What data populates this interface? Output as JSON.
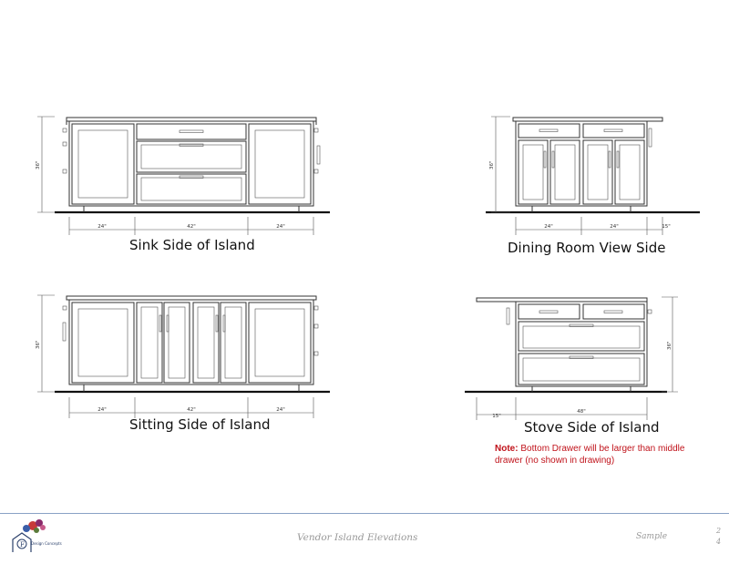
{
  "drawings": {
    "sink": {
      "title": "Sink Side of Island",
      "height_label": "36\"",
      "widths": [
        "24\"",
        "42\"",
        "24\""
      ]
    },
    "dining": {
      "title": "Dining Room View Side",
      "height_label": "36\"",
      "widths": [
        "24\"",
        "24\"",
        "15\""
      ]
    },
    "sitting": {
      "title": "Sitting Side of Island",
      "height_label": "36\"",
      "widths": [
        "24\"",
        "42\"",
        "24\""
      ]
    },
    "stove": {
      "title": "Stove Side of Island",
      "height_label": "36\"",
      "widths": [
        "15\"",
        "48\""
      ]
    }
  },
  "note": {
    "label": "Note:",
    "text": "Bottom Drawer will be larger than middle drawer (no shown in drawing)"
  },
  "footer": {
    "logo_text": "Design Concepts",
    "title": "Vendor Island Elevations",
    "status": "Sample",
    "page_top": "2",
    "page_bottom": "4"
  },
  "colors": {
    "note": "#c0121a",
    "footer_rule": "#8aa2c6",
    "footer_text": "#999999"
  }
}
